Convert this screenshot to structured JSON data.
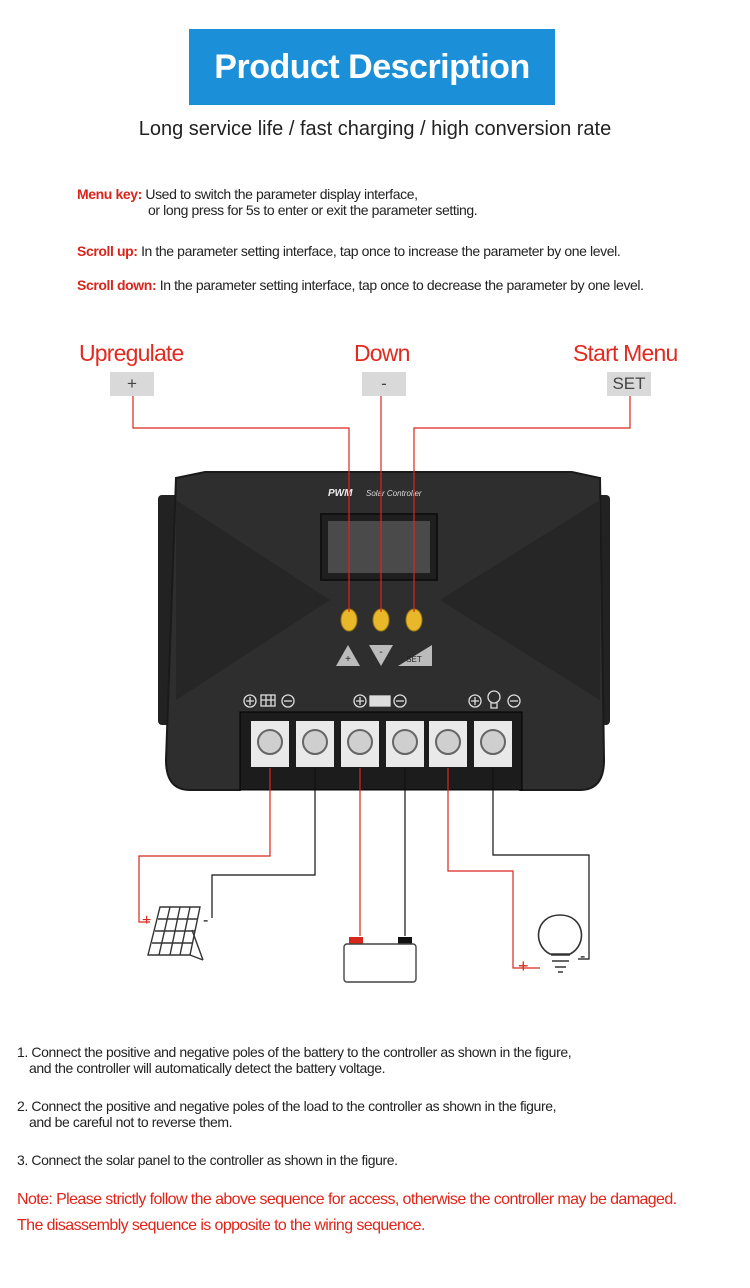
{
  "banner": {
    "title": "Product Description"
  },
  "subtitle": "Long service life / fast charging / high conversion rate",
  "keys": [
    {
      "key": "Menu key:",
      "text": "Used to switch the parameter display interface,",
      "text2": "or long press for 5s to enter or exit the parameter setting."
    },
    {
      "key": "Scroll up:",
      "text": "In the parameter setting interface, tap once to increase the parameter by one level."
    },
    {
      "key": "Scroll down:",
      "text": "In the parameter setting interface, tap once to decrease the parameter by one level."
    }
  ],
  "buttons": [
    {
      "label": "Upregulate",
      "symbol": "+"
    },
    {
      "label": "Down",
      "symbol": "-"
    },
    {
      "label": "Start Menu",
      "symbol": "SET"
    }
  ],
  "device": {
    "brand": "PWM",
    "model": "Solar Controller",
    "button_marks": [
      "+",
      "-",
      "SET"
    ],
    "terminal_group_signs": [
      "⊕",
      "⊖"
    ]
  },
  "wiring": {
    "plus": "+",
    "minus": "-"
  },
  "instructions": [
    {
      "line1": "1. Connect the positive and negative poles of the battery to the controller as shown in the figure,",
      "line2": "and the controller will automatically detect the battery voltage."
    },
    {
      "line1": "2. Connect the positive and negative poles of the load to the controller as shown in the figure,",
      "line2": "and be careful not to reverse them."
    },
    {
      "line1": "3. Connect the solar panel to the controller as shown in the figure.",
      "line2": ""
    }
  ],
  "warning": {
    "line1": "Note: Please strictly follow the above sequence for access, otherwise the controller may be damaged.",
    "line2": "The disassembly sequence is opposite to the wiring sequence."
  },
  "colors": {
    "accent": "#1b8fd8",
    "red": "#e12a20",
    "wire_red": "#d9261c",
    "body": "#2b2b2b"
  }
}
